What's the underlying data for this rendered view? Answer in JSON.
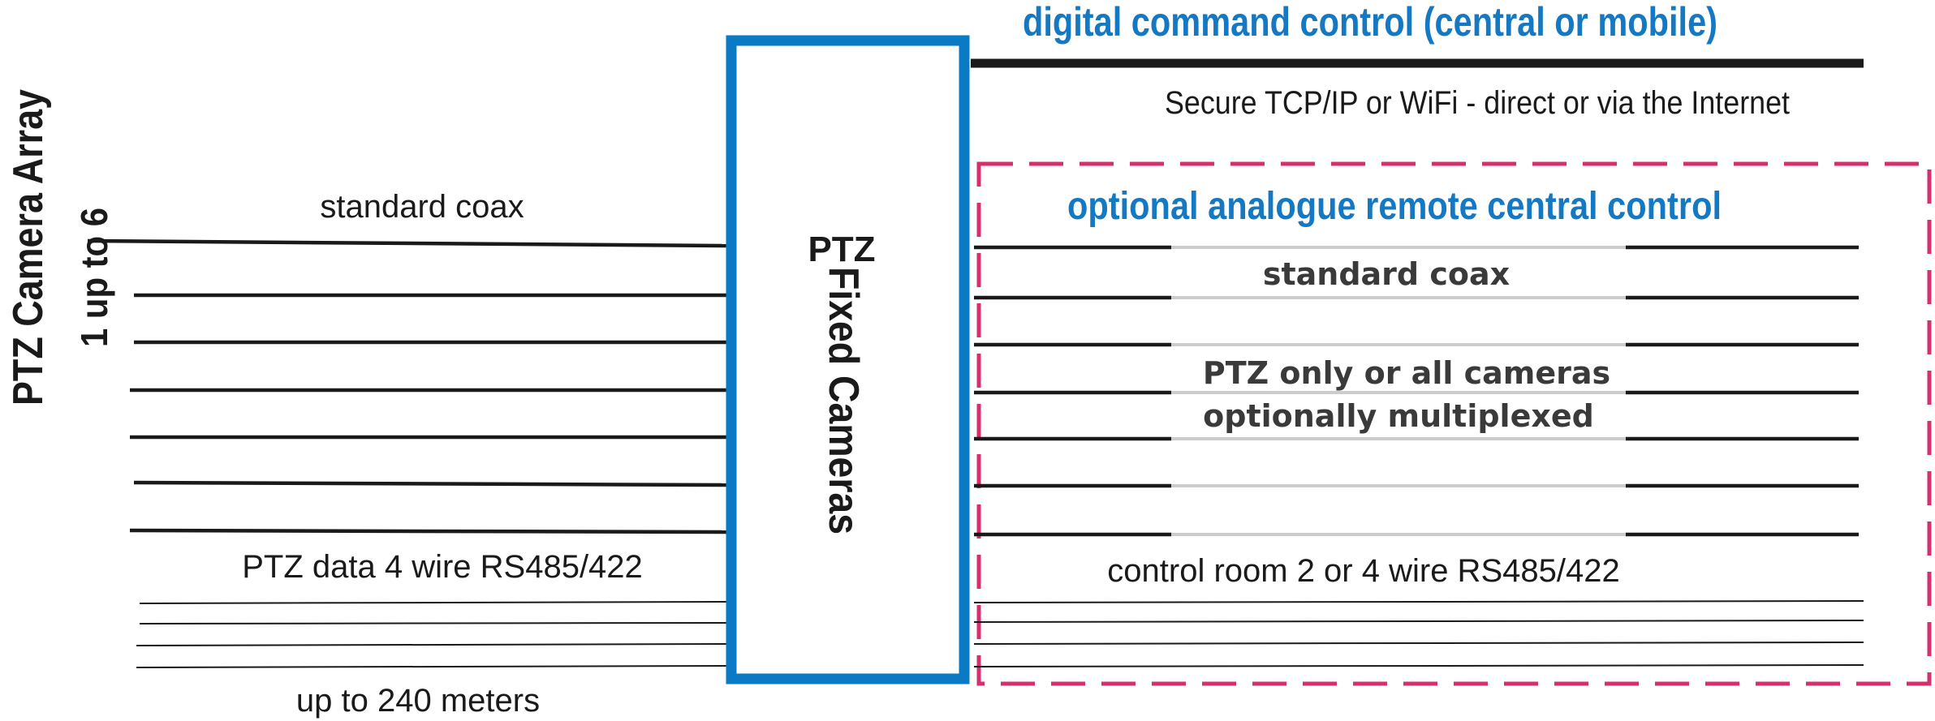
{
  "colors": {
    "blue": "#0a7ac4",
    "title_blue": "#1479c2",
    "magenta": "#d4306e",
    "line": "#1a1a1a",
    "gray_text": "#3a3a3a",
    "light_line": "#cccccc"
  },
  "left": {
    "array_label": "PTZ Camera Array",
    "array_count": "1 up to 6",
    "coax_label": "standard coax",
    "data_label": "PTZ data 4 wire RS485/422",
    "distance_label": "up to 240 meters"
  },
  "center": {
    "ptz_label": "PTZ",
    "fixed_label": "Fixed Cameras"
  },
  "right": {
    "digital_title": "digital command control (central or mobile)",
    "network_label": "Secure TCP/IP or WiFi - direct or via the Internet",
    "analogue_title": "optional analogue remote central control",
    "coax_label": "standard coax",
    "mux_line1": "PTZ only or all cameras",
    "mux_line2": "optionally multiplexed",
    "control_room_label": "control room 2 or 4 wire RS485/422"
  }
}
